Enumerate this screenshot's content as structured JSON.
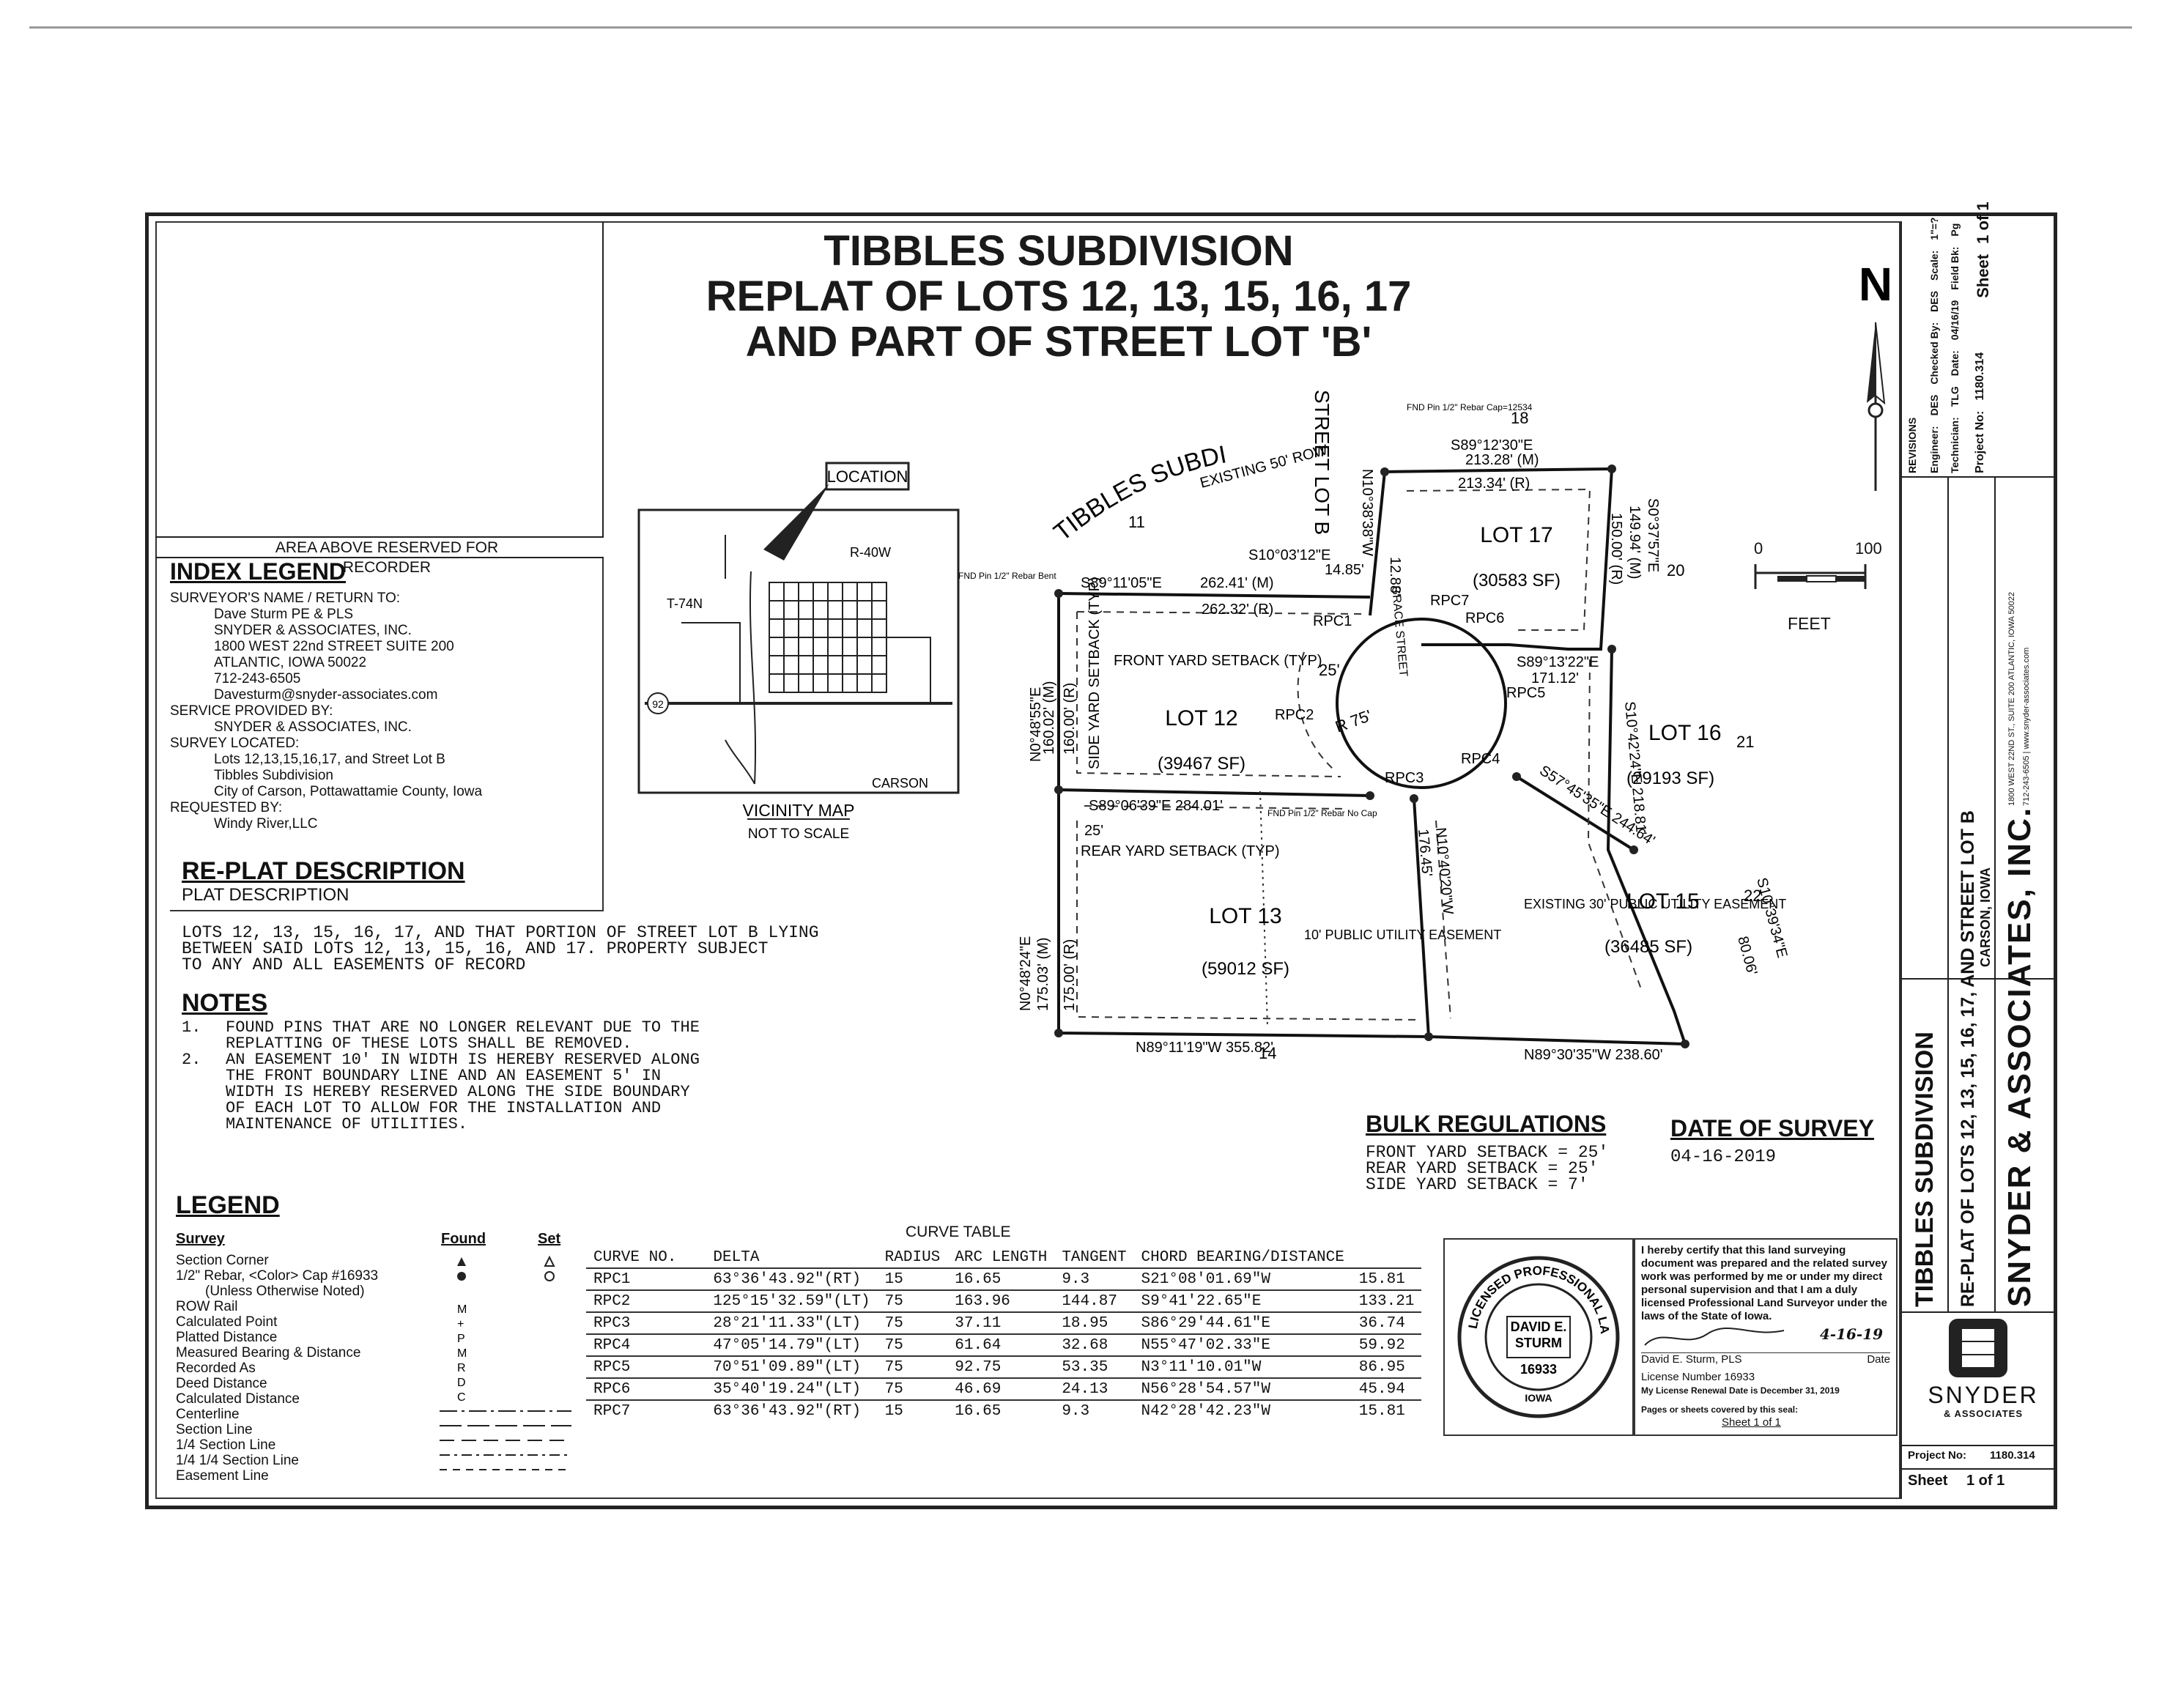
{
  "title": {
    "line1": "TIBBLES SUBDIVISION",
    "line2": "REPLAT OF LOTS 12, 13, 15, 16, 17",
    "line3": "AND PART OF STREET LOT 'B'"
  },
  "recorder": {
    "label": "AREA ABOVE RESERVED FOR RECORDER"
  },
  "index_legend": {
    "heading": "INDEX LEGEND",
    "lines": [
      "SURVEYOR'S NAME / RETURN TO:",
      "Dave Sturm PE & PLS",
      "SNYDER & ASSOCIATES, INC.",
      "1800 WEST 22nd STREET SUITE 200",
      "ATLANTIC, IOWA 50022",
      "712-243-6505",
      "Davesturm@snyder-associates.com",
      "SERVICE PROVIDED BY:",
      "SNYDER & ASSOCIATES, INC.",
      "SURVEY LOCATED:",
      "Lots 12,13,15,16,17, and Street Lot B",
      "Tibbles Subdivision",
      "City of Carson, Pottawattamie County, Iowa",
      "REQUESTED BY:",
      "Windy River,LLC"
    ]
  },
  "vicinity": {
    "location_label": "LOCATION",
    "range": "R-40W",
    "township": "T-74N",
    "town": "CARSON",
    "route": "92",
    "title": "VICINITY MAP",
    "subtitle": "NOT TO SCALE"
  },
  "replat": {
    "heading": "RE-PLAT DESCRIPTION",
    "sub": "PLAT DESCRIPTION",
    "text": [
      "LOTS 12, 13, 15, 16, 17, AND THAT PORTION OF STREET LOT B LYING",
      "BETWEEN SAID LOTS 12, 13, 15, 16, AND 17. PROPERTY SUBJECT",
      "TO ANY AND ALL EASEMENTS OF RECORD"
    ]
  },
  "notes": {
    "heading": "NOTES",
    "items": [
      {
        "num": "1.",
        "lines": [
          "FOUND PINS THAT ARE NO LONGER RELEVANT DUE TO THE",
          "REPLATTING OF THESE LOTS SHALL BE REMOVED."
        ]
      },
      {
        "num": "2.",
        "lines": [
          "AN EASEMENT 10' IN WIDTH IS HEREBY RESERVED ALONG",
          "THE FRONT BOUNDARY LINE AND AN EASEMENT 5' IN",
          "WIDTH IS HEREBY RESERVED ALONG THE SIDE BOUNDARY",
          "OF EACH LOT TO ALLOW FOR THE INSTALLATION AND",
          "MAINTENANCE OF UTILITIES."
        ]
      }
    ]
  },
  "legend": {
    "heading": "LEGEND",
    "col_survey": "Survey",
    "col_found": "Found",
    "col_set": "Set",
    "items": [
      "Section Corner",
      "1/2\" Rebar, <Color> Cap #16933",
      "(Unless Otherwise Noted)",
      "ROW Rail",
      "Calculated Point",
      "Platted Distance",
      "Measured Bearing & Distance",
      "Recorded As",
      "Deed Distance",
      "Calculated Distance",
      "Centerline",
      "Section Line",
      "1/4 Section Line",
      "1/4 1/4 Section Line",
      "Easement Line"
    ],
    "codes": [
      "M",
      "+",
      "P",
      "M",
      "R",
      "D",
      "C"
    ]
  },
  "curve_table": {
    "title": "CURVE TABLE",
    "headers": [
      "CURVE NO.",
      "DELTA",
      "RADIUS",
      "ARC LENGTH",
      "TANGENT",
      "CHORD BEARING/DISTANCE",
      ""
    ],
    "rows": [
      [
        "RPC1",
        "63°36'43.92\"(RT)",
        "15",
        "16.65",
        "9.3",
        "S21°08'01.69\"W",
        "15.81"
      ],
      [
        "RPC2",
        "125°15'32.59\"(LT)",
        "75",
        "163.96",
        "144.87",
        "S9°41'22.65\"E",
        "133.21"
      ],
      [
        "RPC3",
        "28°21'11.33\"(LT)",
        "75",
        "37.11",
        "18.95",
        "S86°29'44.61\"E",
        "36.74"
      ],
      [
        "RPC4",
        "47°05'14.79\"(LT)",
        "75",
        "61.64",
        "32.68",
        "N55°47'02.33\"E",
        "59.92"
      ],
      [
        "RPC5",
        "70°51'09.89\"(LT)",
        "75",
        "92.75",
        "53.35",
        "N3°11'10.01\"W",
        "86.95"
      ],
      [
        "RPC6",
        "35°40'19.24\"(LT)",
        "75",
        "46.69",
        "24.13",
        "N56°28'54.57\"W",
        "45.94"
      ],
      [
        "RPC7",
        "63°36'43.92\"(RT)",
        "15",
        "16.65",
        "9.3",
        "N42°28'42.23\"W",
        "15.81"
      ]
    ]
  },
  "bulk": {
    "heading": "BULK REGULATIONS",
    "lines": [
      "FRONT YARD SETBACK = 25'",
      "REAR YARD SETBACK = 25'",
      "SIDE YARD SETBACK = 7'"
    ]
  },
  "date_of_survey": {
    "heading": "DATE OF SURVEY",
    "value": "04-16-2019"
  },
  "certification": {
    "lines": [
      "I hereby certify that this land surveying",
      "document was prepared and the related survey",
      "work was performed by me or under my direct",
      "personal supervision and that I am a duly",
      "licensed Professional Land Surveyor under the",
      "laws of the State of Iowa."
    ],
    "signature_date": "4-16-19",
    "signer": "David E. Sturm, PLS",
    "date_label": "Date",
    "license": "License Number 16933",
    "renewal": "My License Renewal Date is December 31, 2019",
    "pages": "Pages or sheets covered by this seal:",
    "sheet": "Sheet 1 of 1"
  },
  "seal": {
    "ring": "LICENSED PROFESSIONAL LAND SURVEYOR",
    "name1": "DAVID E.",
    "name2": "STURM",
    "number": "16933",
    "state": "IOWA"
  },
  "scale": {
    "zero": "0",
    "hundred": "100",
    "unit": "FEET"
  },
  "north": "N",
  "plat": {
    "subdivision_label": "TIBBLES SUBDIVISION",
    "street_label": "STREET LOT B",
    "row_label": "EXISTING 50' ROW",
    "grace": "GRACE STREET",
    "lots": [
      {
        "name": "LOT 17",
        "area": "(30583 SF)"
      },
      {
        "name": "LOT 12",
        "area": "(39467 SF)"
      },
      {
        "name": "LOT 16",
        "area": "(29193 SF)"
      },
      {
        "name": "LOT 13",
        "area": "(59012 SF)"
      },
      {
        "name": "LOT 15",
        "area": "(36485 SF)"
      }
    ],
    "neighbors": [
      "11",
      "18",
      "20",
      "21",
      "22",
      "14"
    ],
    "bearings": [
      "S89°12'30\"E",
      "213.28' (M)",
      "213.34' (R)",
      "S89°11'05\"E",
      "262.41' (M)",
      "262.32' (R)",
      "S10°03'12\"E",
      "14.85'",
      "N10°38'38\"W",
      "12.88'",
      "S0°37'57\"E",
      "149.94' (M)",
      "150.00' (R)",
      "S89°13'22\"E",
      "171.12'",
      "N0°48'55\"E",
      "160.02' (M)",
      "160.00' (R)",
      "S89°06'39\"E 284.01'",
      "N0°48'24\"E",
      "175.03' (M)",
      "175.00' (R)",
      "N10°40'20\"W",
      "176.45'",
      "S57°45'35\"E 244.64'",
      "S10°42'24\"E 218.81'",
      "S10°39'34\"E",
      "80.06'",
      "N89°11'19\"W 355.82'",
      "N89°30'35\"W 238.60'"
    ],
    "notes": {
      "front_setback": "FRONT YARD SETBACK (TYP)",
      "side_setback": "SIDE YARD SETBACK (TYP)",
      "rear_setback": "REAR YARD SETBACK (TYP)",
      "setback_25a": "25'",
      "setback_25b": "25'",
      "radius": "R 75'",
      "public_utility": "10' PUBLIC UTILITY EASEMENT",
      "existing_easement": "EXISTING 30' PUBLIC UTILITY EASEMENT",
      "fnd_pin": "FND Pin 1/2\" Rebar Cap=12534",
      "fnd_pin_bent": "FND Pin 1/2\" Rebar Bent",
      "fnd_no_cap": "FND Pin 1/2\" Rebar No Cap"
    },
    "rpc": [
      "RPC1",
      "RPC2",
      "RPC3",
      "RPC4",
      "RPC5",
      "RPC6",
      "RPC7"
    ]
  },
  "sidebar": {
    "project_title": "TIBBLES SUBDIVISION",
    "project_subtitle": "RE-PLAT OF LOTS 12, 13, 15, 16, 17, AND STREET LOT B",
    "company": "SNYDER & ASSOCIATES, INC.",
    "address": "1800 WEST 22ND ST., SUITE 200 ATLANTIC, IOWA 50022",
    "phone": "712-243-6505 | www.snyder-associates.com",
    "location": "CARSON, IOWA",
    "logo_name": "SNYDER",
    "logo_sub": "& ASSOCIATES",
    "project_no_label": "Project No:",
    "project_no": "1180.314",
    "sheet_label": "Sheet",
    "sheet_value": "1 of 1",
    "revisions": "REVISIONS",
    "engineer_label": "Engineer:",
    "engineer": "DES",
    "checked_label": "Checked By:",
    "checked": "DES",
    "tech_label": "Technician:",
    "tech": "TLG",
    "date_label": "Date:",
    "date": "04/16/19",
    "scale_label": "Scale:",
    "scale": "1\"=?",
    "field_label": "Field Bk:",
    "field": "Pg"
  }
}
